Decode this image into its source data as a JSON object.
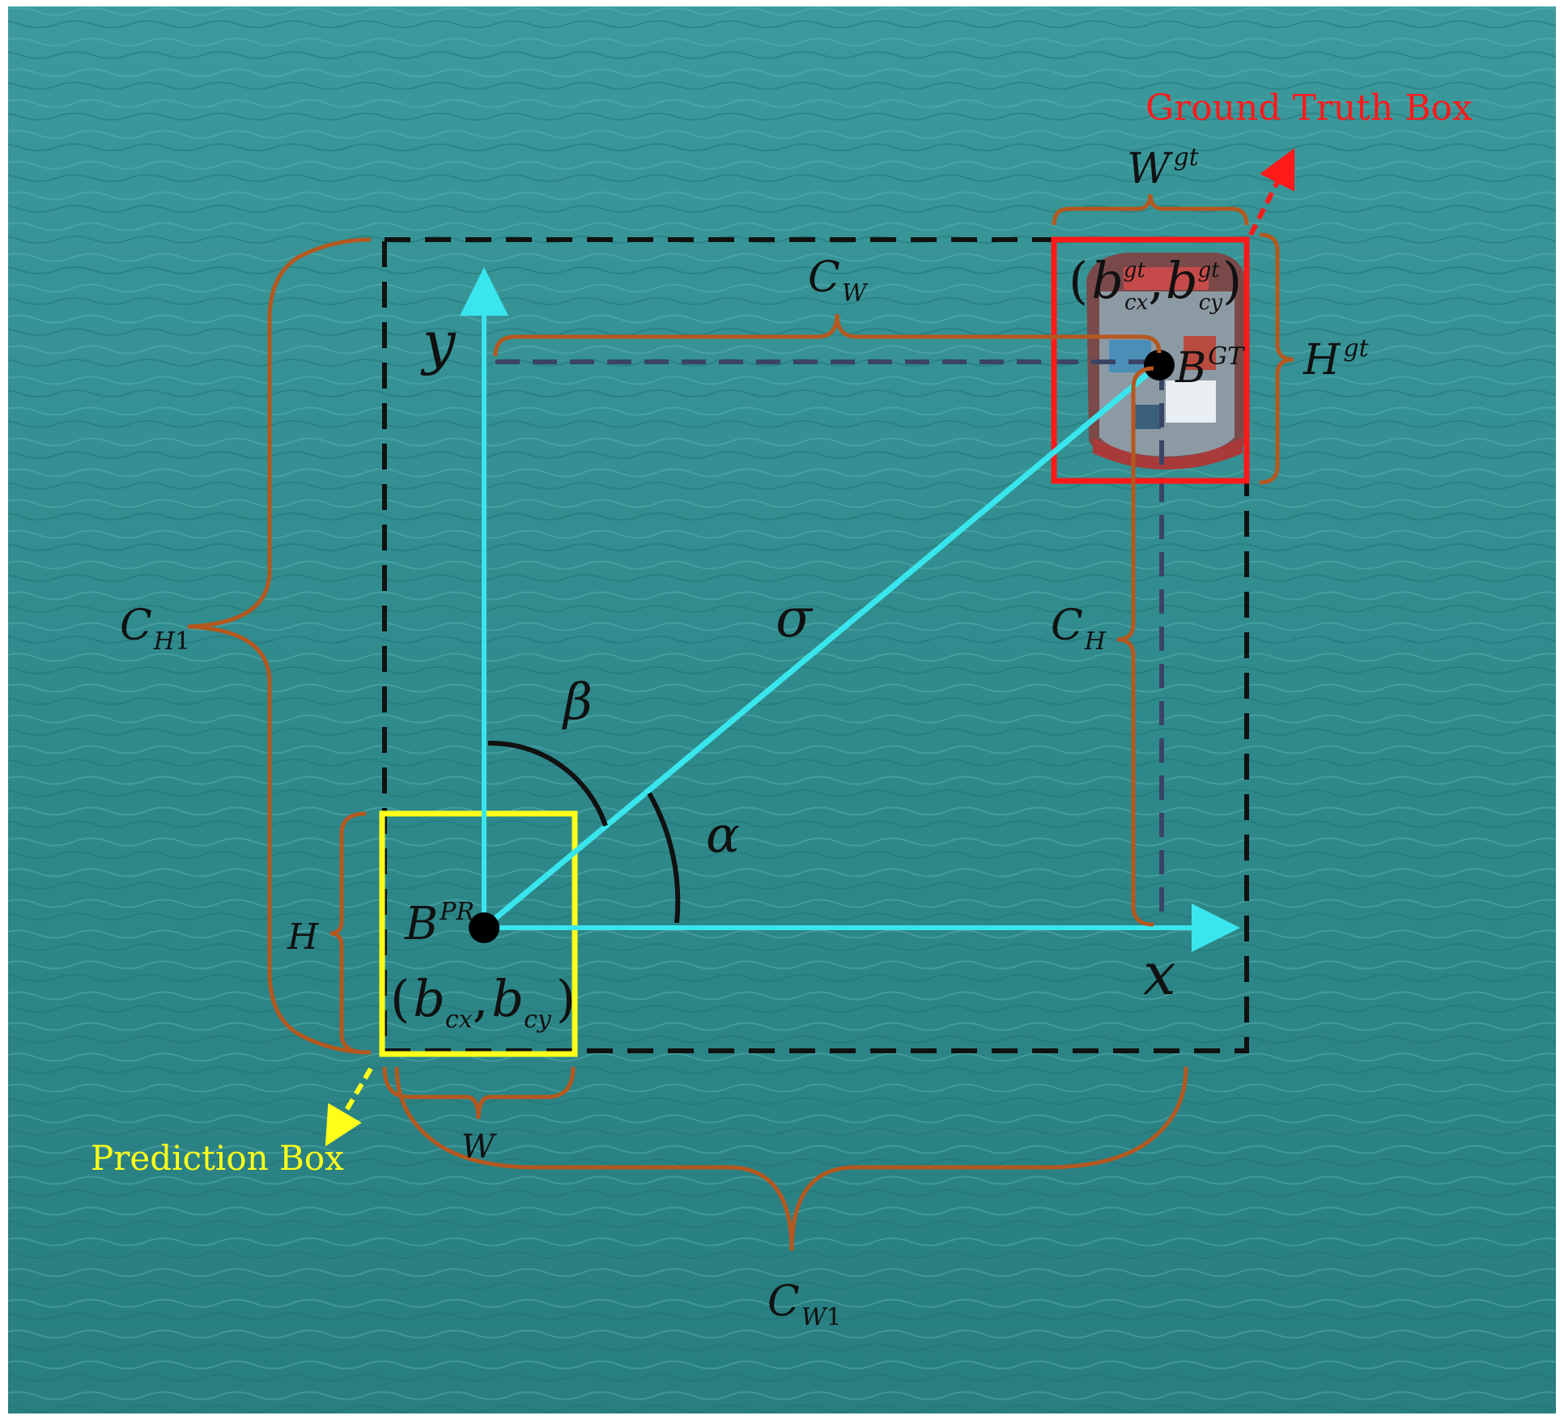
{
  "diagram": {
    "labels": {
      "ground_truth_box": "Ground Truth Box",
      "prediction_box": "Prediction Box"
    },
    "math": {
      "w_gt_base": "W",
      "w_gt_sup": "gt",
      "h_gt_base": "H",
      "h_gt_sup": "gt",
      "cw_base": "C",
      "cw_sub": "W",
      "ch_base": "C",
      "ch_sub": "H",
      "ch1_base": "C",
      "ch1_sub": "H",
      "ch1_subsub": "1",
      "cw1_base": "C",
      "cw1_sub": "W",
      "cw1_subsub": "1",
      "h": "H",
      "w": "W",
      "x_axis": "x",
      "y_axis": "y",
      "sigma": "σ",
      "alpha": "α",
      "beta": "β",
      "bgt_base": "B",
      "bgt_sup": "GT",
      "bpr_base": "B",
      "bpr_sup": "PR",
      "gt_center_b1": "b",
      "gt_center_sup1": "gt",
      "gt_center_sub1": "cx",
      "gt_center_b2": "b",
      "gt_center_sup2": "gt",
      "gt_center_sub2": "cy",
      "pr_center_b1": "b",
      "pr_center_sub1": "cx",
      "pr_center_b2": "b",
      "pr_center_sub2": "cy",
      "comma": ",",
      "lparen": "(",
      "rparen": ")"
    },
    "colors": {
      "sea": "#2f8a8c",
      "ground_truth": "#ff1a1a",
      "prediction": "#ffff1a",
      "axes": "#39e6ee",
      "brace": "#b5581f",
      "enclosing": "#111111",
      "projection": "#3a4466"
    }
  }
}
